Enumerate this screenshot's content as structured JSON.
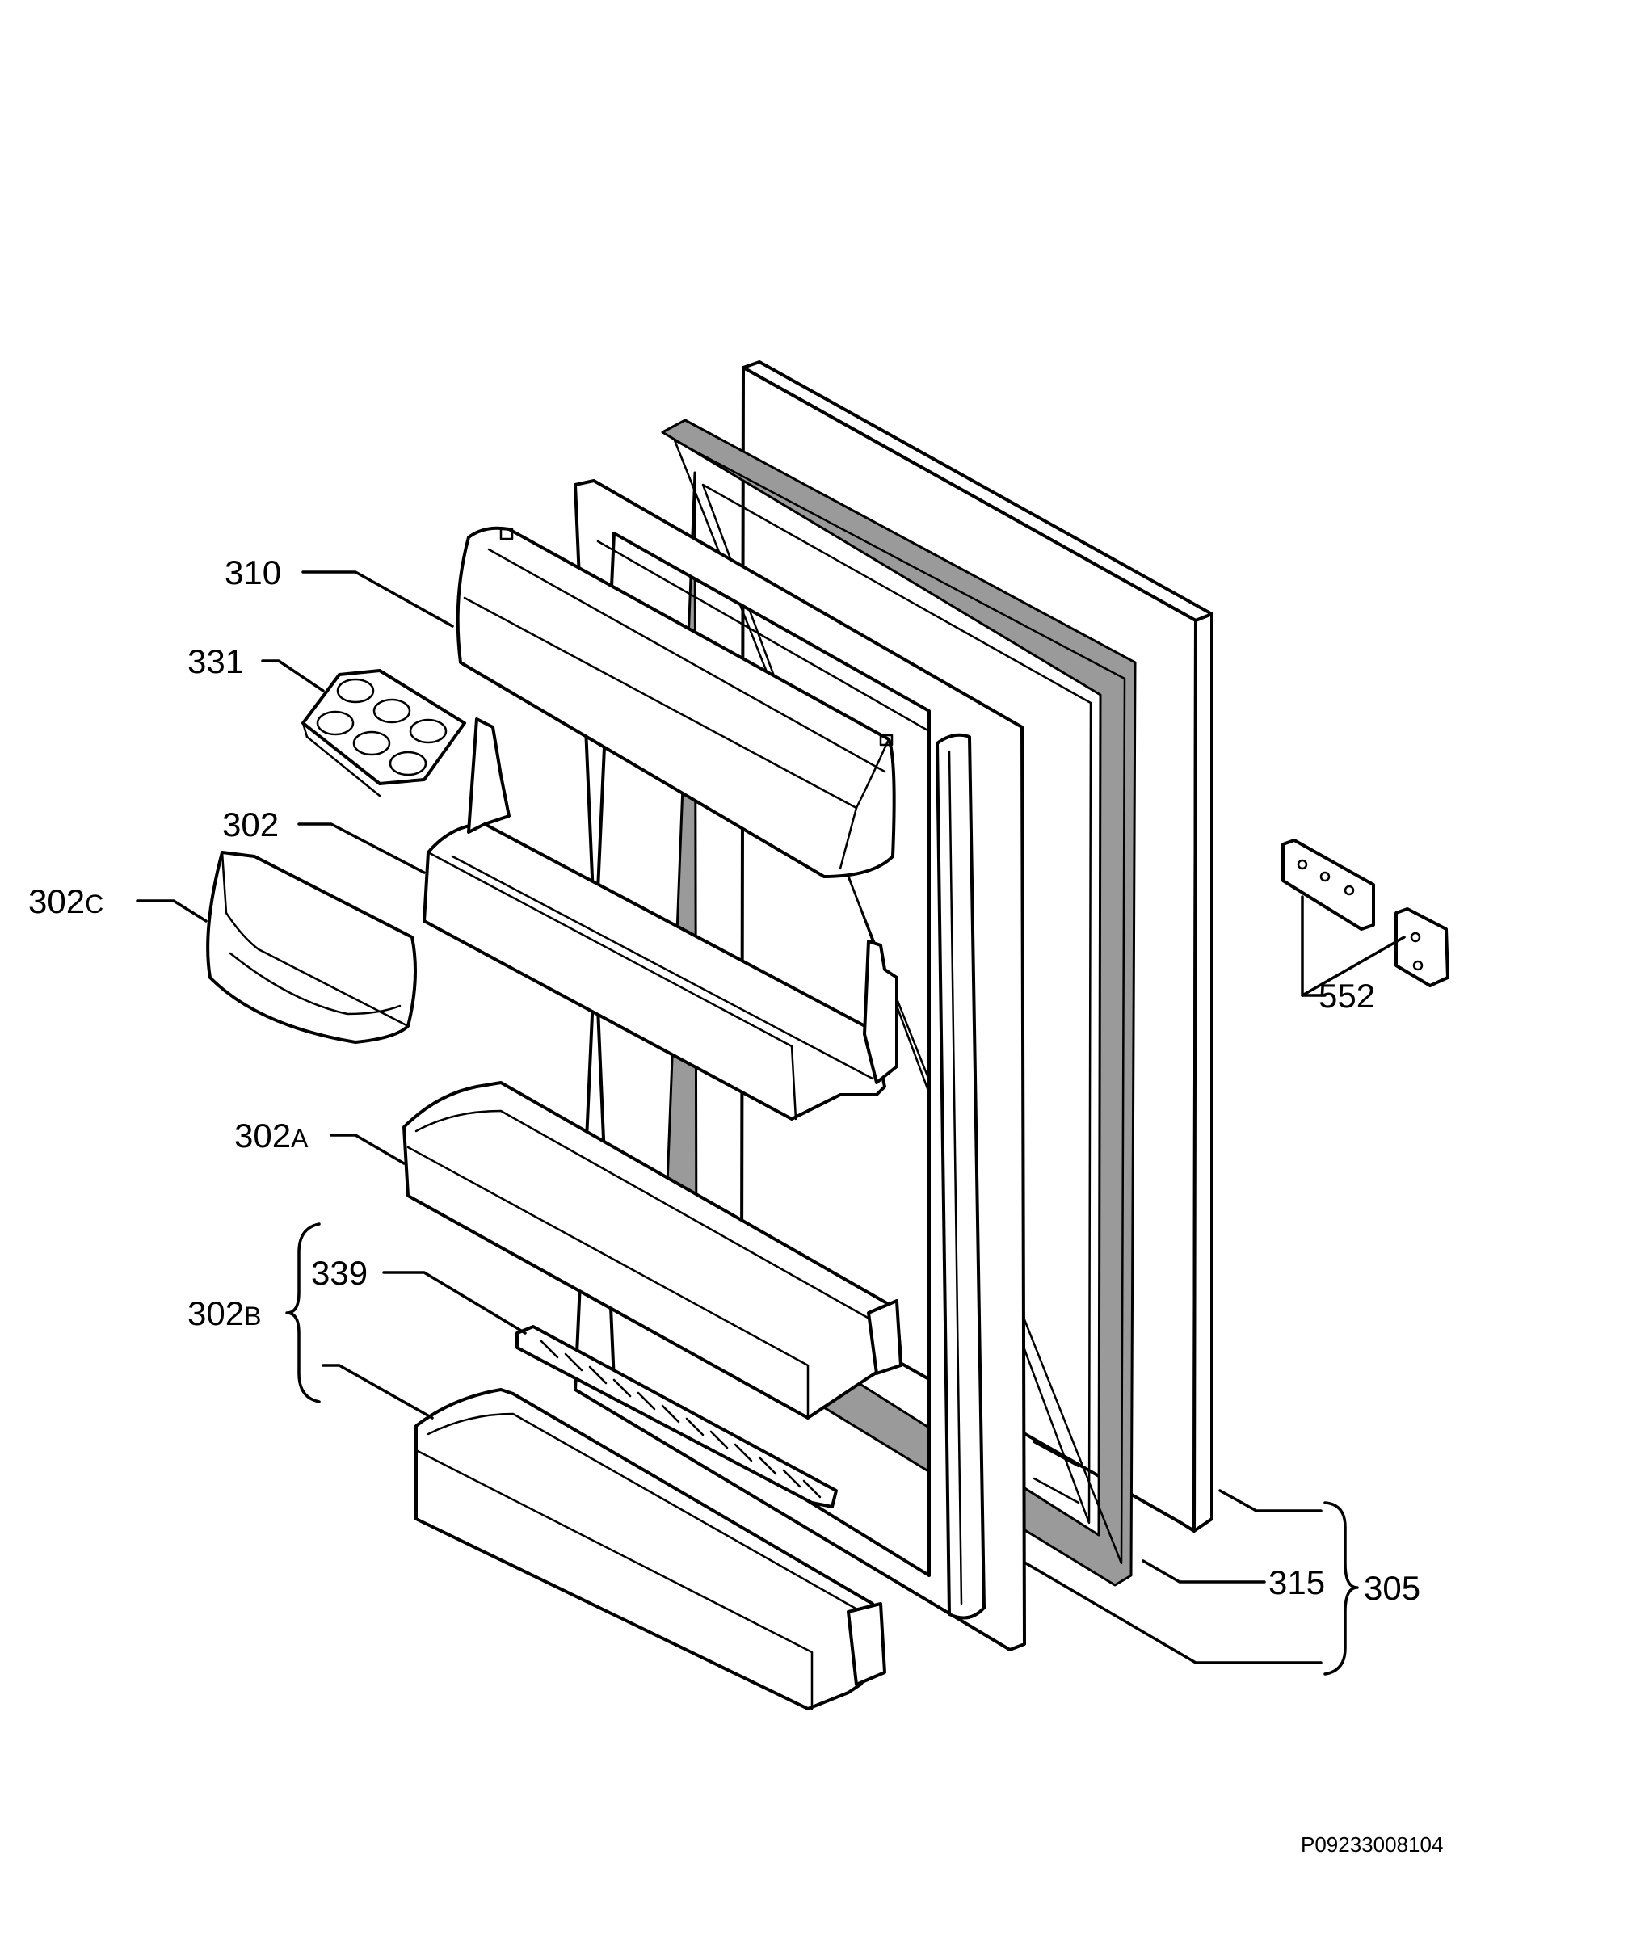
{
  "callouts": {
    "p310": "310",
    "p331": "331",
    "p302": "302",
    "p302c_num": "302",
    "p302c_letter": "C",
    "p302a_num": "302",
    "p302a_letter": "A",
    "p302b_num": "302",
    "p302b_letter": "B",
    "p339": "339",
    "p552": "552",
    "p315": "315",
    "p305": "305"
  },
  "drawing_reference": "P09233008104",
  "colors": {
    "line": "#000000",
    "background": "#ffffff",
    "gasket": "#9a9a9a"
  }
}
